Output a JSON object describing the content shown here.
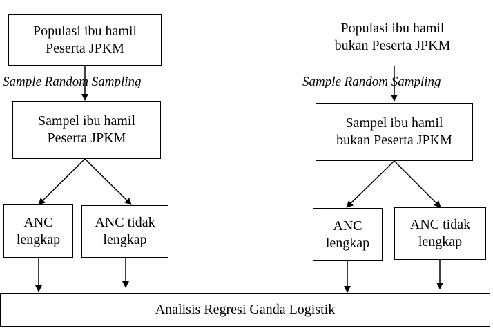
{
  "diagram": {
    "left": {
      "population": "Populasi ibu hamil\nPeserta JPKM",
      "method": "Sample Random Sampling",
      "sample": "Sampel ibu hamil\nPeserta JPKM",
      "anc_complete": "ANC\nlengkap",
      "anc_incomplete": "ANC tidak\nlengkap"
    },
    "right": {
      "population": "Populasi ibu hamil\nbukan Peserta JPKM",
      "method": "Sample Random Sampling",
      "sample": "Sampel ibu hamil\nbukan Peserta JPKM",
      "anc_complete": "ANC\nlengkap",
      "anc_incomplete": "ANC tidak\nlengkap"
    },
    "analysis": "Analisis Regresi Ganda Logistik"
  },
  "colors": {
    "line": "#000000",
    "background": "#ffffff"
  }
}
